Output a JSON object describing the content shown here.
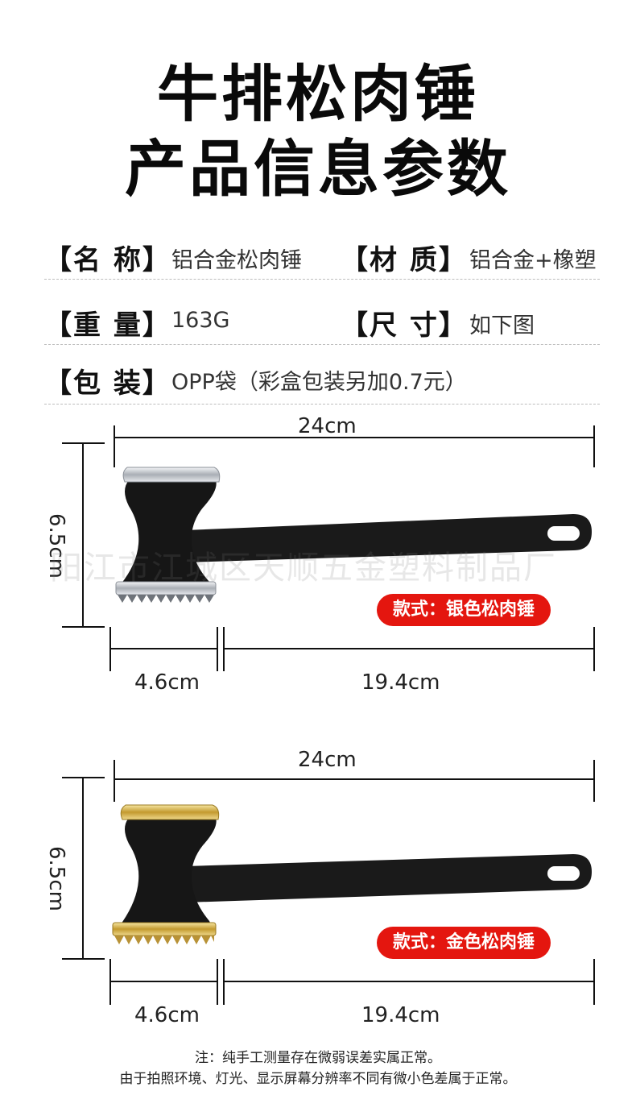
{
  "title": {
    "line1": "牛排松肉锤",
    "line2": "产品信息参数"
  },
  "specs": {
    "name_label": "【名 称】",
    "name_value": "铝合金松肉锤",
    "material_label": "【材 质】",
    "material_value": "铝合金+橡塑",
    "weight_label": "【重 量】",
    "weight_value": "163G",
    "size_label": "【尺 寸】",
    "size_value": "如下图",
    "package_label": "【包 装】",
    "package_value": "OPP袋（彩盒包装另加0.7元）"
  },
  "watermark": "阳江市江城区天顺五金塑料制品厂",
  "silver": {
    "total_length": "24cm",
    "height": "6.5cm",
    "head_width": "4.6cm",
    "handle_length": "19.4cm",
    "style_badge": "款式：银色松肉锤"
  },
  "gold": {
    "total_length": "24cm",
    "height": "6.5cm",
    "head_width": "4.6cm",
    "handle_length": "19.4cm",
    "style_badge": "款式：金色松肉锤"
  },
  "notes": {
    "line1": "注：纯手工测量存在微弱误差实属正常。",
    "line2": "由于拍照环境、灯光、显示屏幕分辨率不同有微小色差属于正常。"
  },
  "colors": {
    "badge_red": "#e4160f",
    "silver_ring": "#c8ccd2",
    "gold_ring": "#d8b54a",
    "handle_black": "#1a1a1a"
  }
}
